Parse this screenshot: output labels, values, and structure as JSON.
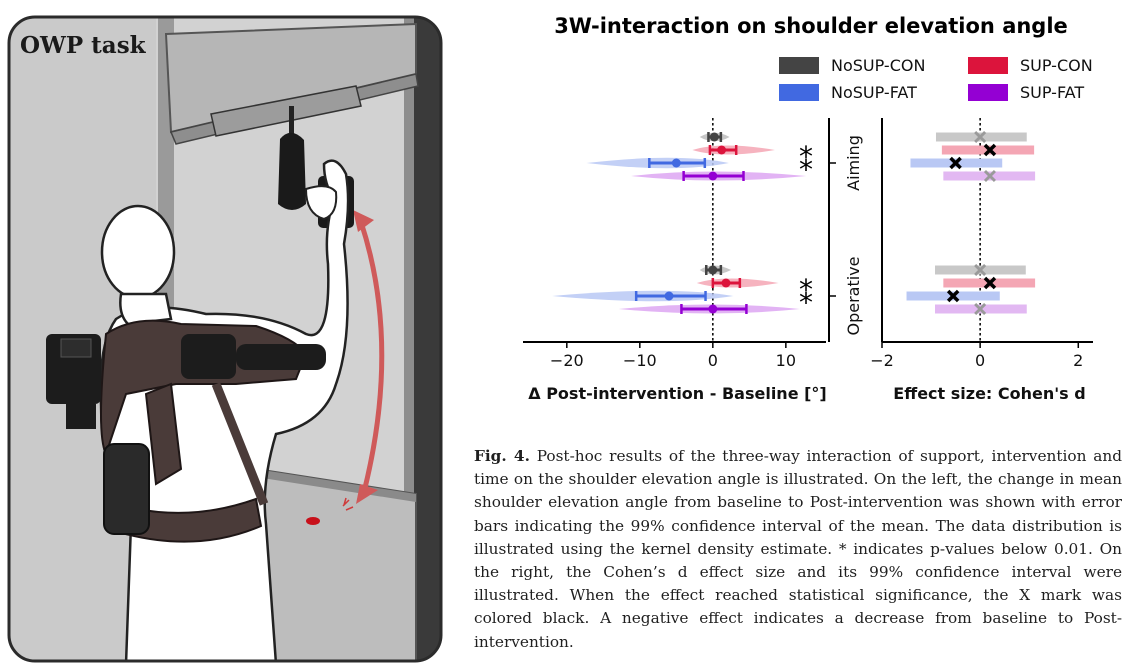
{
  "illustration": {
    "label": "OWP task",
    "colors": {
      "background": "#c9c9c9",
      "shelf": "#b2b2b2",
      "frame": "#3c3c3c",
      "person": "#ffffff",
      "vest": "#4a3b39",
      "arrow": "#cf5a5a",
      "target": "#c8101a"
    }
  },
  "plot_title": "3W-interaction on shoulder elevation angle",
  "legend": [
    {
      "label": "NoSUP-CON",
      "color": "#444444"
    },
    {
      "label": "SUP-CON",
      "color": "#dc143c"
    },
    {
      "label": "NoSUP-FAT",
      "color": "#4169e1"
    },
    {
      "label": "SUP-FAT",
      "color": "#9400d3"
    }
  ],
  "chart_data": [
    {
      "type": "scatter",
      "xlabel": "Δ Post-intervention - Baseline  [°]",
      "xlim": [
        -26,
        15.5
      ],
      "xticks": [
        -20,
        -10,
        0,
        10
      ],
      "reference_line": 0,
      "groups": [
        "Aiming",
        "Operative"
      ],
      "series": [
        {
          "name": "NoSUP-CON",
          "color": "#444444",
          "light": "#bdbdbd",
          "points": [
            {
              "group": "Aiming",
              "mean": 0.2,
              "ci": [
                -0.6,
                1.1
              ],
              "kde": [
                -1.8,
                2.3,
                4.2
              ]
            },
            {
              "group": "Operative",
              "mean": 0.0,
              "ci": [
                -0.9,
                1.1
              ],
              "kde": [
                -1.8,
                2.5,
                4.5
              ]
            }
          ]
        },
        {
          "name": "SUP-CON",
          "color": "#dc143c",
          "light": "#f4a6b4",
          "points": [
            {
              "group": "Aiming",
              "mean": 1.2,
              "ci": [
                -0.4,
                3.2
              ],
              "kde": [
                -2.8,
                8.5,
                4.5
              ]
            },
            {
              "group": "Operative",
              "mean": 1.8,
              "ci": [
                0.0,
                3.7
              ],
              "kde": [
                -2.2,
                9.0,
                4.5
              ]
            }
          ]
        },
        {
          "name": "NoSUP-FAT",
          "color": "#4169e1",
          "light": "#b9c8f4",
          "points": [
            {
              "group": "Aiming",
              "mean": -5.0,
              "ci": [
                -8.7,
                -1.1
              ],
              "kde": [
                -17.3,
                2.2,
                5.2
              ]
            },
            {
              "group": "Operative",
              "mean": -6.0,
              "ci": [
                -10.5,
                -1.0
              ],
              "kde": [
                -22.0,
                2.8,
                5.2
              ]
            }
          ]
        },
        {
          "name": "SUP-FAT",
          "color": "#9400d3",
          "light": "#dda6f2",
          "points": [
            {
              "group": "Aiming",
              "mean": 0.0,
              "ci": [
                -4.0,
                4.2
              ],
              "kde": [
                -11.2,
                12.8,
                4.5
              ]
            },
            {
              "group": "Operative",
              "mean": 0.0,
              "ci": [
                -4.3,
                4.6
              ],
              "kde": [
                -12.9,
                11.9,
                4.5
              ]
            }
          ]
        }
      ],
      "significance": [
        {
          "group": "Aiming",
          "series": "SUP-CON",
          "label": "*"
        },
        {
          "group": "Aiming",
          "series": "NoSUP-FAT",
          "label": "*"
        },
        {
          "group": "Operative",
          "series": "SUP-CON",
          "label": "*"
        },
        {
          "group": "Operative",
          "series": "NoSUP-FAT",
          "label": "*"
        }
      ]
    },
    {
      "type": "scatter",
      "xlabel": "Effect size: Cohen's d",
      "xlim": [
        -2,
        2.3
      ],
      "xticks": [
        -2,
        0,
        2
      ],
      "reference_line": 0,
      "groups": [
        "Aiming",
        "Operative"
      ],
      "series": [
        {
          "name": "NoSUP-CON",
          "color": "#444444",
          "light": "#c8c8c8",
          "points": [
            {
              "group": "Aiming",
              "d": 0.0,
              "ci": [
                -0.9,
                0.95
              ],
              "significant": false
            },
            {
              "group": "Operative",
              "d": 0.0,
              "ci": [
                -0.92,
                0.93
              ],
              "significant": false
            }
          ]
        },
        {
          "name": "SUP-CON",
          "color": "#dc143c",
          "light": "#f4a6b4",
          "points": [
            {
              "group": "Aiming",
              "d": 0.2,
              "ci": [
                -0.78,
                1.1
              ],
              "significant": true
            },
            {
              "group": "Operative",
              "d": 0.2,
              "ci": [
                -0.75,
                1.12
              ],
              "significant": true
            }
          ]
        },
        {
          "name": "NoSUP-FAT",
          "color": "#4169e1",
          "light": "#b9c8f4",
          "points": [
            {
              "group": "Aiming",
              "d": -0.5,
              "ci": [
                -1.42,
                0.45
              ],
              "significant": true
            },
            {
              "group": "Operative",
              "d": -0.55,
              "ci": [
                -1.5,
                0.4
              ],
              "significant": true
            }
          ]
        },
        {
          "name": "SUP-FAT",
          "color": "#9400d3",
          "light": "#e2b8f2",
          "points": [
            {
              "group": "Aiming",
              "d": 0.2,
              "ci": [
                -0.75,
                1.12
              ],
              "significant": false
            },
            {
              "group": "Operative",
              "d": 0.0,
              "ci": [
                -0.92,
                0.95
              ],
              "significant": false
            }
          ]
        }
      ]
    }
  ],
  "caption": {
    "lead": "Fig. 4.",
    "text": "Post-hoc results of the three-way interaction of support, intervention and time on the shoulder elevation angle is illustrated. On the left, the change in mean shoulder elevation angle from baseline to Post-intervention was shown with error bars indicating the 99% confidence interval of the mean. The data distribution is illustrated using the kernel density estimate. * indicates p-values below 0.01. On the right, the Cohen’s d effect size and its 99% confidence interval were illustrated. When the effect reached statistical significance, the X mark was colored black. A negative effect indicates a decrease from baseline to Post-intervention."
  }
}
